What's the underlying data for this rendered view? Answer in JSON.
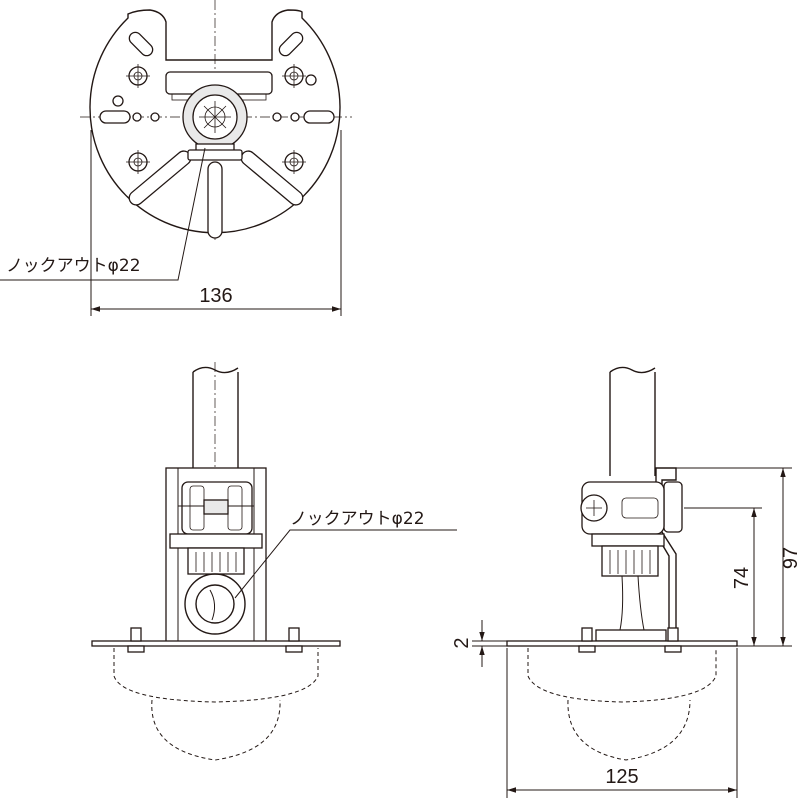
{
  "labels": {
    "knockout_top": "ノックアウトφ22",
    "knockout_front": "ノックアウトφ22"
  },
  "dimensions": {
    "top_width": "136",
    "bottom_width": "125",
    "total_height": "97",
    "mount_height": "74",
    "plate_thickness": "2"
  },
  "colors": {
    "line": "#231815",
    "background": "#ffffff"
  }
}
